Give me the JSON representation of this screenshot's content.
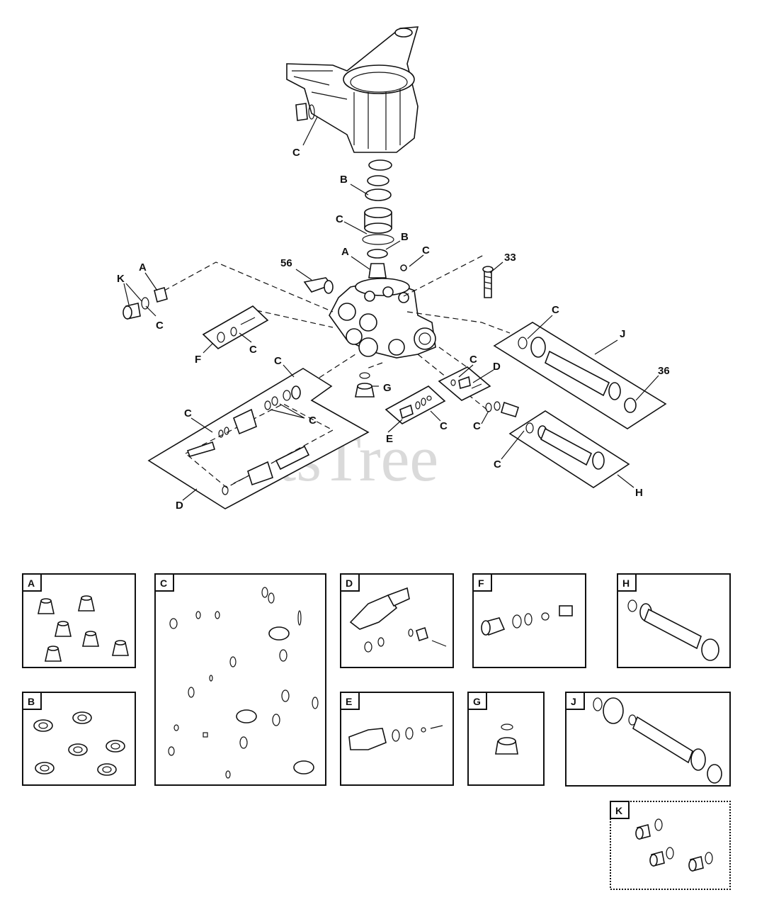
{
  "watermark": "PartsTree",
  "callouts": {
    "c_top": "C",
    "b1": "B",
    "c2": "C",
    "b2": "B",
    "a_center": "A",
    "c_ball": "C",
    "n56": "56",
    "n33": "33",
    "a_left": "A",
    "k_left": "K",
    "c_left": "C",
    "f_left": "F",
    "c_f": "C",
    "c_d_top": "C",
    "g": "G",
    "c_d_left": "C",
    "c_d_right": "C",
    "d_bottom": "D",
    "c_d_small": "C",
    "d_small": "D",
    "e": "E",
    "c_e": "C",
    "c_h1": "C",
    "c_h2": "C",
    "h": "H",
    "c_j": "C",
    "j": "J",
    "n36": "36"
  },
  "kits": {
    "A": "A",
    "B": "B",
    "C": "C",
    "D": "D",
    "E": "E",
    "F": "F",
    "G": "G",
    "H": "H",
    "J": "J",
    "K": "K"
  }
}
